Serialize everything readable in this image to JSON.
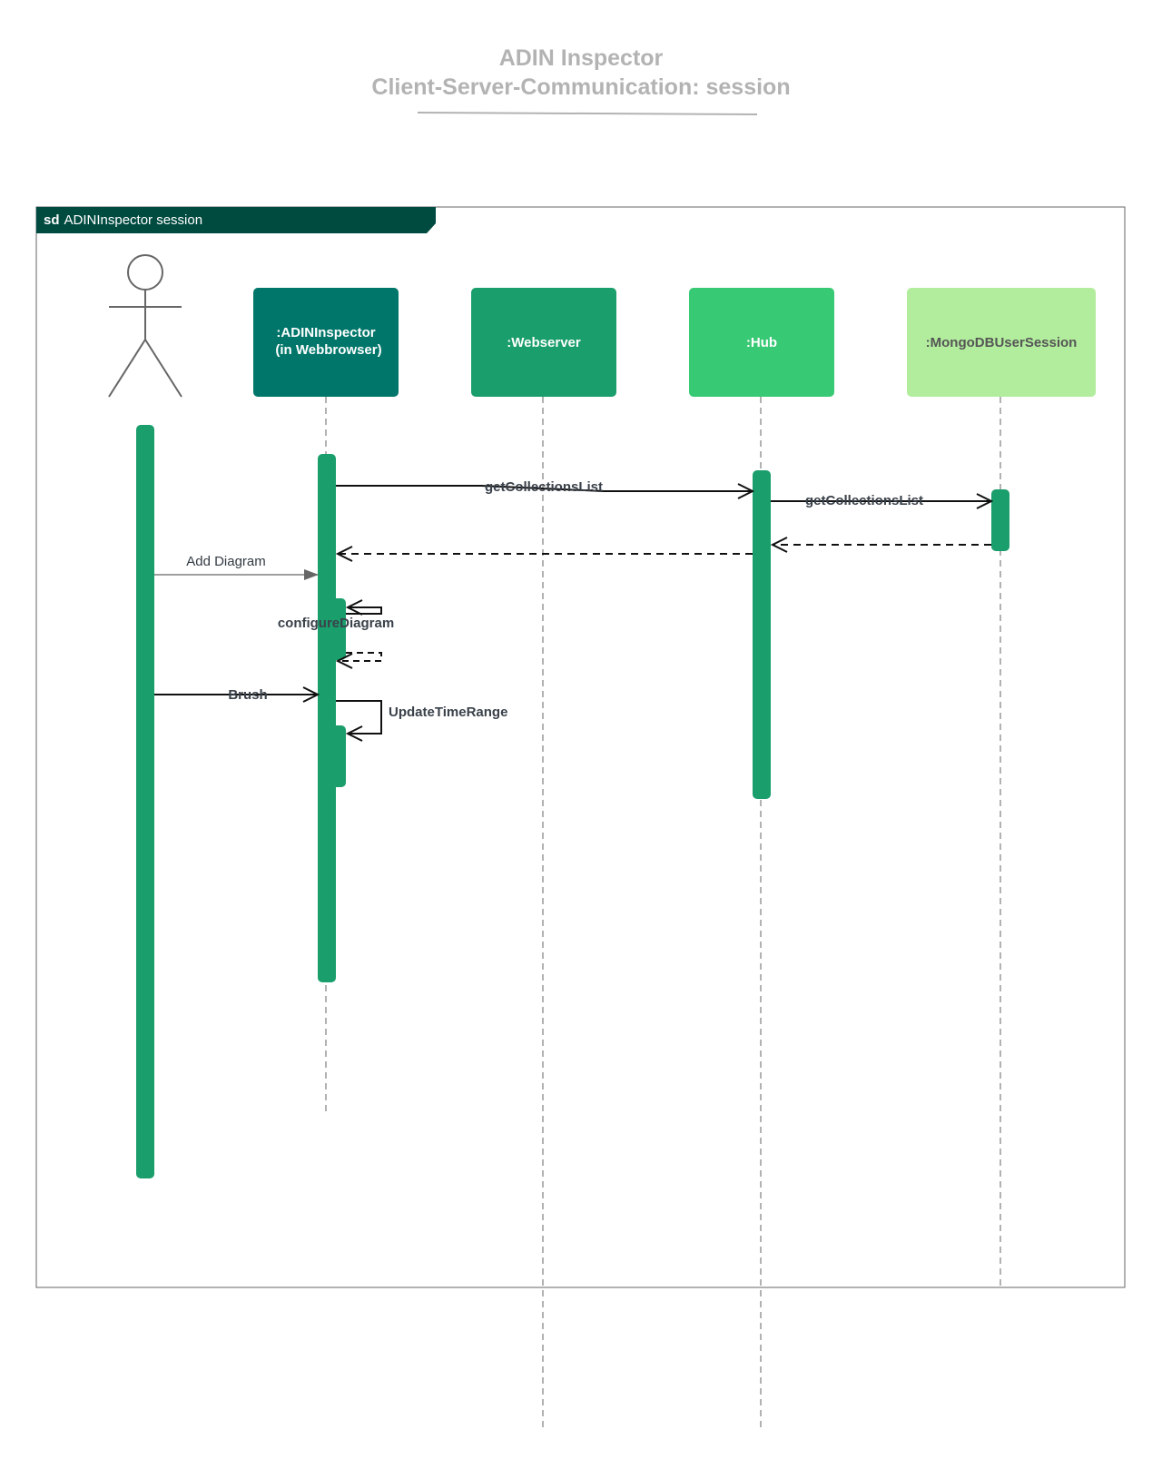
{
  "title": {
    "line1": "ADIN Inspector",
    "line2": "Client-Server-Communication: session"
  },
  "frame": {
    "keyword": "sd",
    "name": "ADINInspector session"
  },
  "participants": [
    {
      "id": "actor",
      "label": "",
      "kind": "actor"
    },
    {
      "id": "adin",
      "label_line1": ":ADINInspector",
      "label_line2": "(in Webbrowser)",
      "color": "#00766a",
      "text_color": "#ffffff"
    },
    {
      "id": "webserver",
      "label_line1": ":Webserver",
      "color": "#1a9e6c",
      "text_color": "#ffffff"
    },
    {
      "id": "hub",
      "label_line1": ":Hub",
      "color": "#38c975",
      "text_color": "#ffffff"
    },
    {
      "id": "mongo",
      "label_line1": ":MongoDBUserSession",
      "color": "#b2ed9e",
      "text_color": "#555555"
    }
  ],
  "messages": [
    {
      "id": "getCollectionsList-1",
      "label": "getCollectionsList",
      "from": "adin",
      "to": "hub",
      "kind": "sync"
    },
    {
      "id": "getCollectionsList-2",
      "label": "getCollectionsList",
      "from": "hub",
      "to": "mongo",
      "kind": "sync"
    },
    {
      "id": "return-mongo-hub",
      "label": "",
      "from": "mongo",
      "to": "hub",
      "kind": "return"
    },
    {
      "id": "return-hub-adin",
      "label": "",
      "from": "hub",
      "to": "adin",
      "kind": "return"
    },
    {
      "id": "add-diagram",
      "label": "Add Diagram",
      "from": "actor",
      "to": "adin",
      "kind": "async"
    },
    {
      "id": "configureDiagram",
      "label": "configureDiagram",
      "from": "adin",
      "to": "adin",
      "kind": "self"
    },
    {
      "id": "brush",
      "label": "Brush",
      "from": "actor",
      "to": "adin",
      "kind": "sync"
    },
    {
      "id": "updateTimeRange",
      "label": "UpdateTimeRange",
      "from": "adin",
      "to": "adin",
      "kind": "self"
    }
  ],
  "colors": {
    "activation": "#1a9e6c",
    "frame_tab": "#004b40",
    "title": "#b3b3b3",
    "lifeline": "#888888"
  }
}
